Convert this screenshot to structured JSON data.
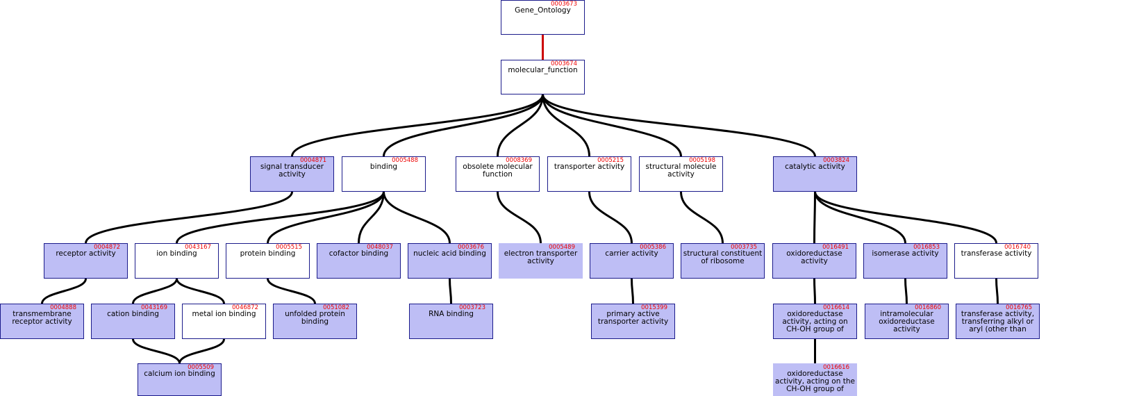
{
  "nodes": [
    {
      "id": "n3673",
      "go_id": "0003673",
      "label": "Gene_Ontology",
      "highlighted": false
    },
    {
      "id": "n3674",
      "go_id": "0003674",
      "label": "molecular_function",
      "highlighted": false
    },
    {
      "id": "n4871",
      "go_id": "0004871",
      "label": "signal transducer activity",
      "highlighted": true
    },
    {
      "id": "n5488",
      "go_id": "0005488",
      "label": "binding",
      "highlighted": false
    },
    {
      "id": "n8369",
      "go_id": "0008369",
      "label": "obsolete molecular function",
      "highlighted": false
    },
    {
      "id": "n5215",
      "go_id": "0005215",
      "label": "transporter activity",
      "highlighted": false
    },
    {
      "id": "n5198",
      "go_id": "0005198",
      "label": "structural molecule activity",
      "highlighted": false
    },
    {
      "id": "n3824",
      "go_id": "0003824",
      "label": "catalytic activity",
      "highlighted": true
    },
    {
      "id": "n4872",
      "go_id": "0004872",
      "label": "receptor activity",
      "highlighted": true
    },
    {
      "id": "n43167",
      "go_id": "0043167",
      "label": "ion binding",
      "highlighted": false
    },
    {
      "id": "n5515",
      "go_id": "0005515",
      "label": "protein binding",
      "highlighted": false
    },
    {
      "id": "n48037",
      "go_id": "0048037",
      "label": "cofactor binding",
      "highlighted": true
    },
    {
      "id": "n3676",
      "go_id": "0003676",
      "label": "nucleic acid binding",
      "highlighted": true
    },
    {
      "id": "n5489",
      "go_id": "0005489",
      "label": "electron transporter activity",
      "highlighted": true
    },
    {
      "id": "n5386",
      "go_id": "0005386",
      "label": "carrier activity",
      "highlighted": true
    },
    {
      "id": "n3735",
      "go_id": "0003735",
      "label": "structural constituent of ribosome",
      "highlighted": true
    },
    {
      "id": "n16491",
      "go_id": "0016491",
      "label": "oxidoreductase activity",
      "highlighted": true
    },
    {
      "id": "n16853",
      "go_id": "0016853",
      "label": "isomerase activity",
      "highlighted": true
    },
    {
      "id": "n16740",
      "go_id": "0016740",
      "label": "transferase activity",
      "highlighted": false
    },
    {
      "id": "n4888",
      "go_id": "0004888",
      "label": "transmembrane receptor activity",
      "highlighted": true
    },
    {
      "id": "n43169",
      "go_id": "0043169",
      "label": "cation binding",
      "highlighted": true
    },
    {
      "id": "n46872",
      "go_id": "0046872",
      "label": "metal ion binding",
      "highlighted": false
    },
    {
      "id": "n51082",
      "go_id": "0051082",
      "label": "unfolded protein binding",
      "highlighted": true
    },
    {
      "id": "n3723",
      "go_id": "0003723",
      "label": "RNA binding",
      "highlighted": true
    },
    {
      "id": "n15399",
      "go_id": "0015399",
      "label": "primary active transporter activity",
      "highlighted": true
    },
    {
      "id": "n16614",
      "go_id": "0016614",
      "label": "oxidoreductase activity, acting on CH-OH group of",
      "highlighted": true
    },
    {
      "id": "n16860",
      "go_id": "0016860",
      "label": "intramolecular oxidoreductase activity",
      "highlighted": true
    },
    {
      "id": "n16765",
      "go_id": "0016765",
      "label": "transferase activity, transferring alkyl or aryl (other than",
      "highlighted": true
    },
    {
      "id": "n5509",
      "go_id": "0005509",
      "label": "calcium ion binding",
      "highlighted": true
    },
    {
      "id": "n16616",
      "go_id": "0016616",
      "label": "oxidoreductase activity, acting on the CH-OH group of",
      "highlighted": true
    }
  ],
  "edges": [
    {
      "from": "n3673",
      "to": "n3674",
      "type": "root"
    },
    {
      "from": "n3674",
      "to": "n4871"
    },
    {
      "from": "n3674",
      "to": "n5488"
    },
    {
      "from": "n3674",
      "to": "n8369"
    },
    {
      "from": "n3674",
      "to": "n5215"
    },
    {
      "from": "n3674",
      "to": "n5198"
    },
    {
      "from": "n3674",
      "to": "n3824"
    },
    {
      "from": "n4871",
      "to": "n4872"
    },
    {
      "from": "n5488",
      "to": "n43167"
    },
    {
      "from": "n5488",
      "to": "n5515"
    },
    {
      "from": "n5488",
      "to": "n48037"
    },
    {
      "from": "n5488",
      "to": "n3676"
    },
    {
      "from": "n8369",
      "to": "n5489"
    },
    {
      "from": "n5215",
      "to": "n5386"
    },
    {
      "from": "n5198",
      "to": "n3735"
    },
    {
      "from": "n3824",
      "to": "n16491"
    },
    {
      "from": "n3824",
      "to": "n16853"
    },
    {
      "from": "n3824",
      "to": "n16740"
    },
    {
      "from": "n4872",
      "to": "n4888"
    },
    {
      "from": "n43167",
      "to": "n43169"
    },
    {
      "from": "n43167",
      "to": "n46872"
    },
    {
      "from": "n5515",
      "to": "n51082"
    },
    {
      "from": "n3676",
      "to": "n3723"
    },
    {
      "from": "n5386",
      "to": "n15399"
    },
    {
      "from": "n16491",
      "to": "n16614"
    },
    {
      "from": "n16853",
      "to": "n16860"
    },
    {
      "from": "n16740",
      "to": "n16765"
    },
    {
      "from": "n43169",
      "to": "n5509"
    },
    {
      "from": "n46872",
      "to": "n5509"
    },
    {
      "from": "n16614",
      "to": "n16616"
    }
  ],
  "colors": {
    "highlight_fill": "#bebef5",
    "node_border": "#1a1a8a",
    "go_id_text": "#ee0000",
    "edge": "#000000",
    "root_edge": "#cc0000"
  }
}
